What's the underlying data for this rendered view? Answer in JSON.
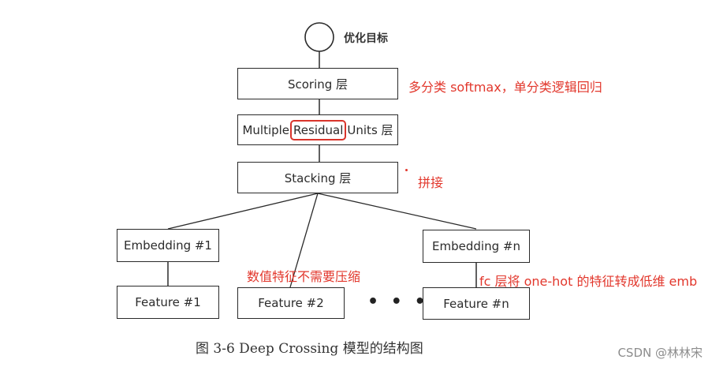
{
  "nodes": {
    "objective_label": "优化目标",
    "scoring": "Scoring 层",
    "residual_before": "Multiple",
    "residual_highlight": "Residual",
    "residual_after": "Units 层",
    "stacking": "Stacking 层",
    "embedding_1": "Embedding #1",
    "embedding_n": "Embedding #n",
    "feature_1": "Feature #1",
    "feature_2": "Feature #2",
    "feature_n": "Feature #n",
    "ellipsis": "• • •"
  },
  "annotations": {
    "scoring_note": "多分类 softmax，单分类逻辑回归",
    "stacking_note": "拼接",
    "numeric_note": "数值特征不需要压缩",
    "embedding_note": "fc 层将 one-hot 的特征转成低维 emb"
  },
  "caption": "图 3-6    Deep Crossing 模型的结构图",
  "watermark": "CSDN @林林宋",
  "colors": {
    "annotation": "#e2372c",
    "highlight_border": "#d9342b",
    "line": "#2a2a2a"
  }
}
